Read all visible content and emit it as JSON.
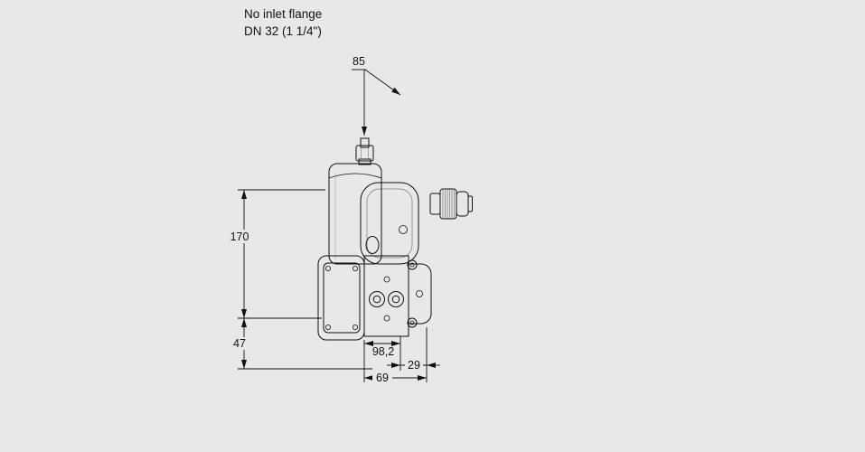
{
  "page": {
    "background": "#e8e8e8",
    "line_color": "#111111"
  },
  "note": {
    "line1": "No inlet flange",
    "line2": "DN 32 (1 1/4\")"
  },
  "figure": {
    "alt": "dimensioned side view drawing of a gas solenoid valve",
    "dimensions": {
      "top_offset": "85",
      "body_height": "170",
      "lower_height": "47",
      "depth": "98,2",
      "outlet_width": "29",
      "bottom_width": "69"
    }
  }
}
